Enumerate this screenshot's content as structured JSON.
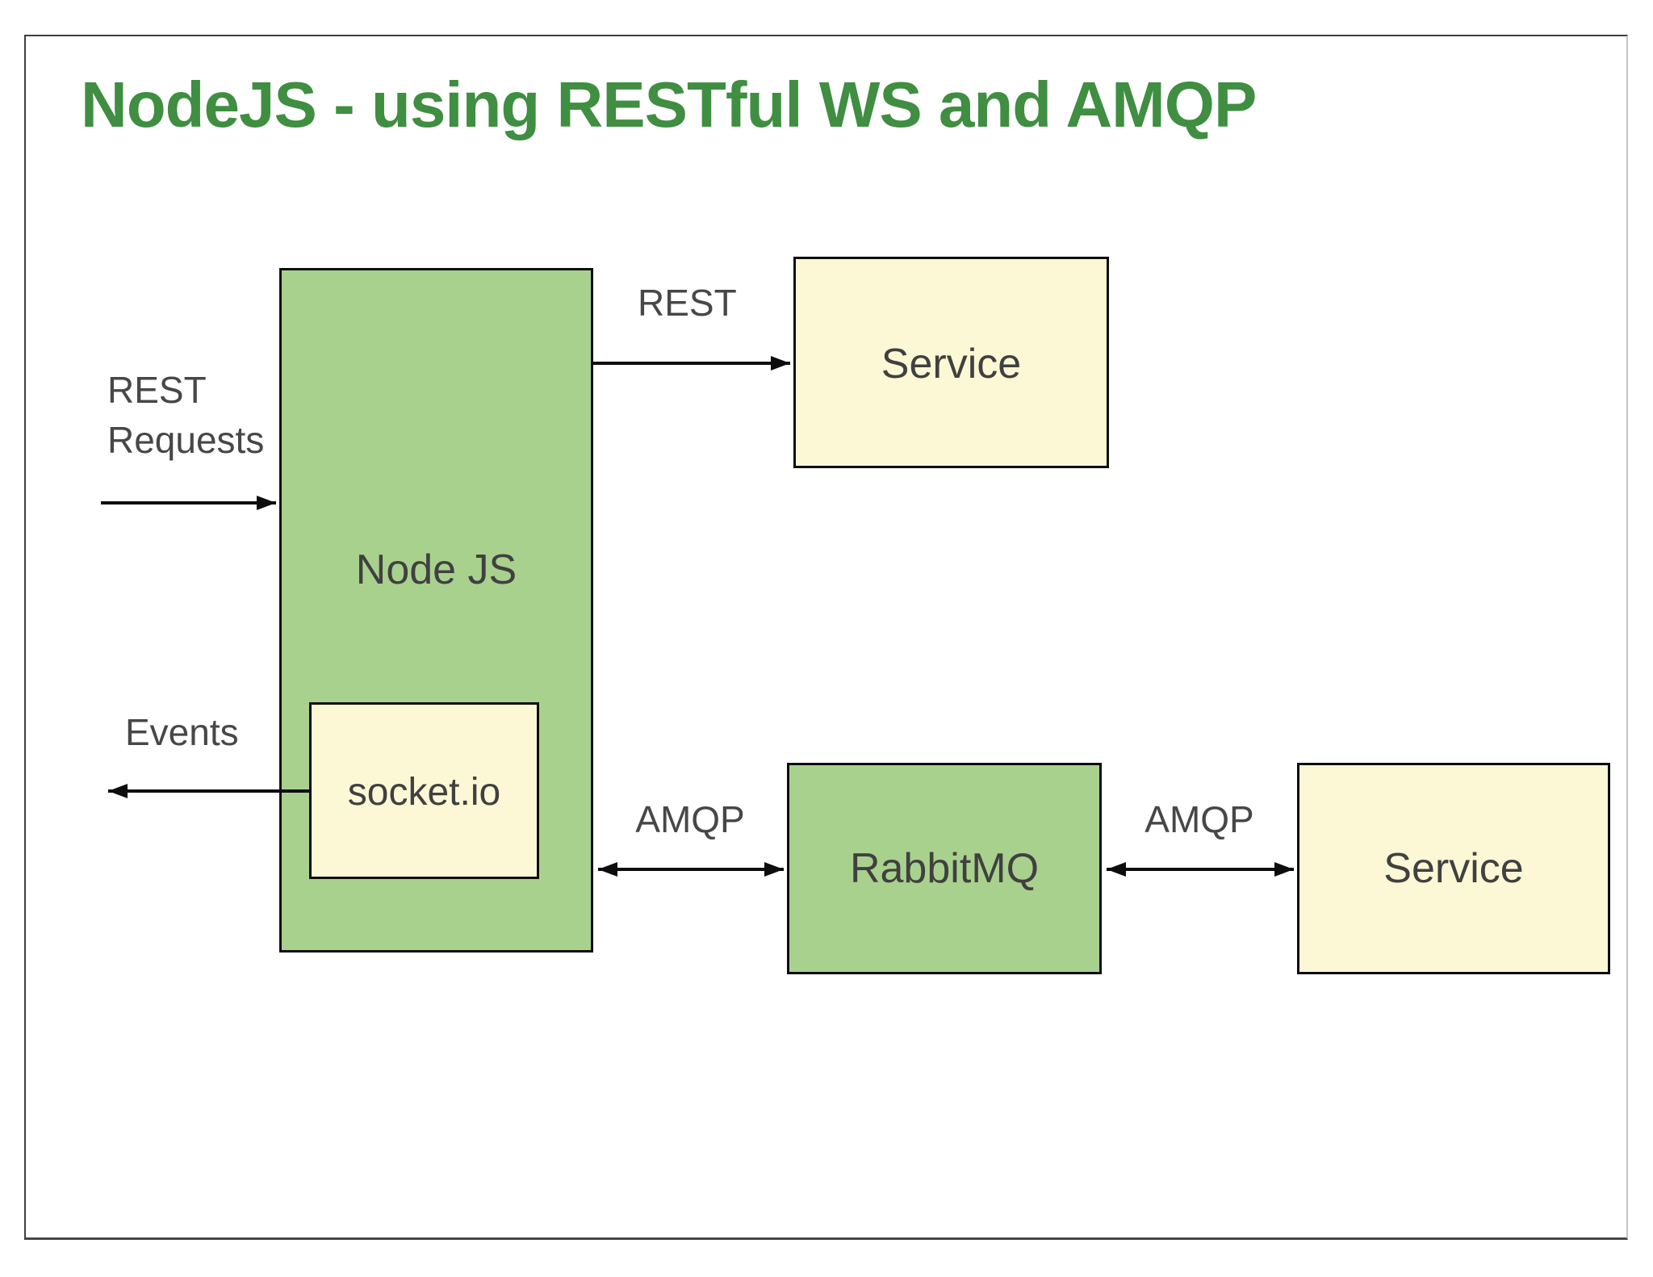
{
  "title": "NodeJS - using RESTful WS and AMQP",
  "colors": {
    "title_green": "#3f8e41",
    "box_green": "#a9d18e",
    "box_cream": "#fcf8d5",
    "box_border": "#0d0d0d",
    "label_text": "#404040",
    "arrow_black": "#0d0d0d"
  },
  "nodes": {
    "nodejs": {
      "label": "Node JS"
    },
    "socketio": {
      "label": "socket.io"
    },
    "service_top": {
      "label": "Service"
    },
    "rabbitmq": {
      "label": "RabbitMQ"
    },
    "service_right": {
      "label": "Service"
    }
  },
  "edges": {
    "rest_requests": {
      "label": "REST\nRequests"
    },
    "events": {
      "label": "Events"
    },
    "rest": {
      "label": "REST"
    },
    "amqp_left": {
      "label": "AMQP"
    },
    "amqp_right": {
      "label": "AMQP"
    }
  }
}
